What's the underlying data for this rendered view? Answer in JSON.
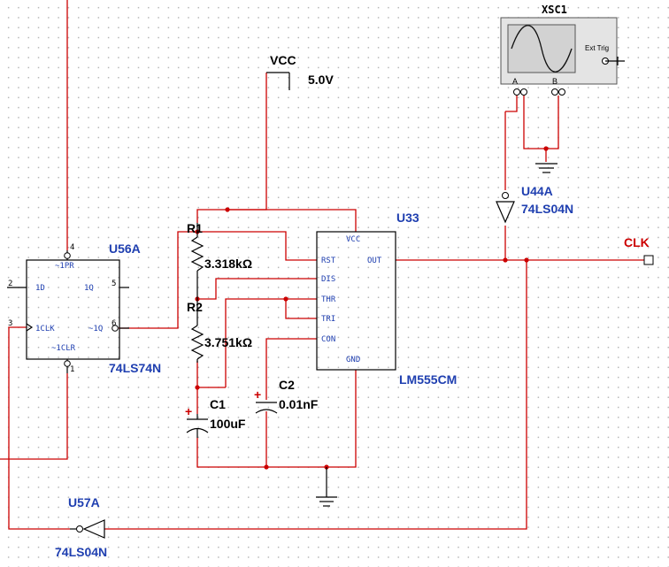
{
  "power": {
    "name": "VCC",
    "voltage": "5.0V"
  },
  "oscilloscope": {
    "ref": "XSC1",
    "ext_trig": "Ext Trig",
    "channel_a": "A",
    "channel_b": "B"
  },
  "timer": {
    "ref": "U33",
    "model": "LM555CM",
    "pins": {
      "vcc": "VCC",
      "rst": "RST",
      "out": "OUT",
      "dis": "DIS",
      "thr": "THR",
      "tri": "TRI",
      "con": "CON",
      "gnd": "GND"
    }
  },
  "flipflop": {
    "ref": "U56A",
    "model": "74LS74N",
    "pins": {
      "pr": "~1PR",
      "d": "1D",
      "q": "1Q",
      "clk": "1CLK",
      "qn": "~1Q",
      "clr": "~1CLR"
    },
    "pin_numbers": {
      "pr": "4",
      "d": "2",
      "q": "5",
      "clk": "3",
      "qn": "6",
      "clr": "1"
    }
  },
  "inverter_top": {
    "ref": "U44A",
    "model": "74LS04N"
  },
  "inverter_bottom": {
    "ref": "U57A",
    "model": "74LS04N"
  },
  "resistors": [
    {
      "ref": "R1",
      "value": "3.318kΩ"
    },
    {
      "ref": "R2",
      "value": "3.751kΩ"
    }
  ],
  "capacitors": [
    {
      "ref": "C1",
      "value": "100uF"
    },
    {
      "ref": "C2",
      "value": "0.01nF"
    }
  ],
  "output_net": {
    "name": "CLK"
  },
  "polarity_mark": "+"
}
